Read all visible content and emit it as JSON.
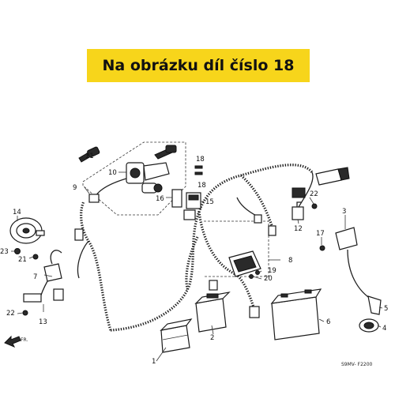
{
  "banner": {
    "text": "Na obrázku díl číslo 18",
    "color": "#f7d51b"
  },
  "callouts": [
    {
      "id": "1",
      "label": "1"
    },
    {
      "id": "2",
      "label": "2"
    },
    {
      "id": "3",
      "label": "3"
    },
    {
      "id": "4",
      "label": "4"
    },
    {
      "id": "5",
      "label": "5"
    },
    {
      "id": "6",
      "label": "6"
    },
    {
      "id": "7",
      "label": "7"
    },
    {
      "id": "8",
      "label": "8"
    },
    {
      "id": "9",
      "label": "9"
    },
    {
      "id": "10",
      "label": "10"
    },
    {
      "id": "11",
      "label": "11"
    },
    {
      "id": "12",
      "label": "12"
    },
    {
      "id": "13",
      "label": "13"
    },
    {
      "id": "14",
      "label": "14"
    },
    {
      "id": "15",
      "label": "15"
    },
    {
      "id": "16",
      "label": "16"
    },
    {
      "id": "17",
      "label": "17"
    },
    {
      "id": "18a",
      "label": "18"
    },
    {
      "id": "18b",
      "label": "18"
    },
    {
      "id": "19",
      "label": "19"
    },
    {
      "id": "20",
      "label": "20"
    },
    {
      "id": "21",
      "label": "21"
    },
    {
      "id": "22a",
      "label": "22"
    },
    {
      "id": "22b",
      "label": "22"
    },
    {
      "id": "23",
      "label": "23"
    }
  ],
  "direction_label": "FR.",
  "diagram_code": "S9MV- F2200"
}
